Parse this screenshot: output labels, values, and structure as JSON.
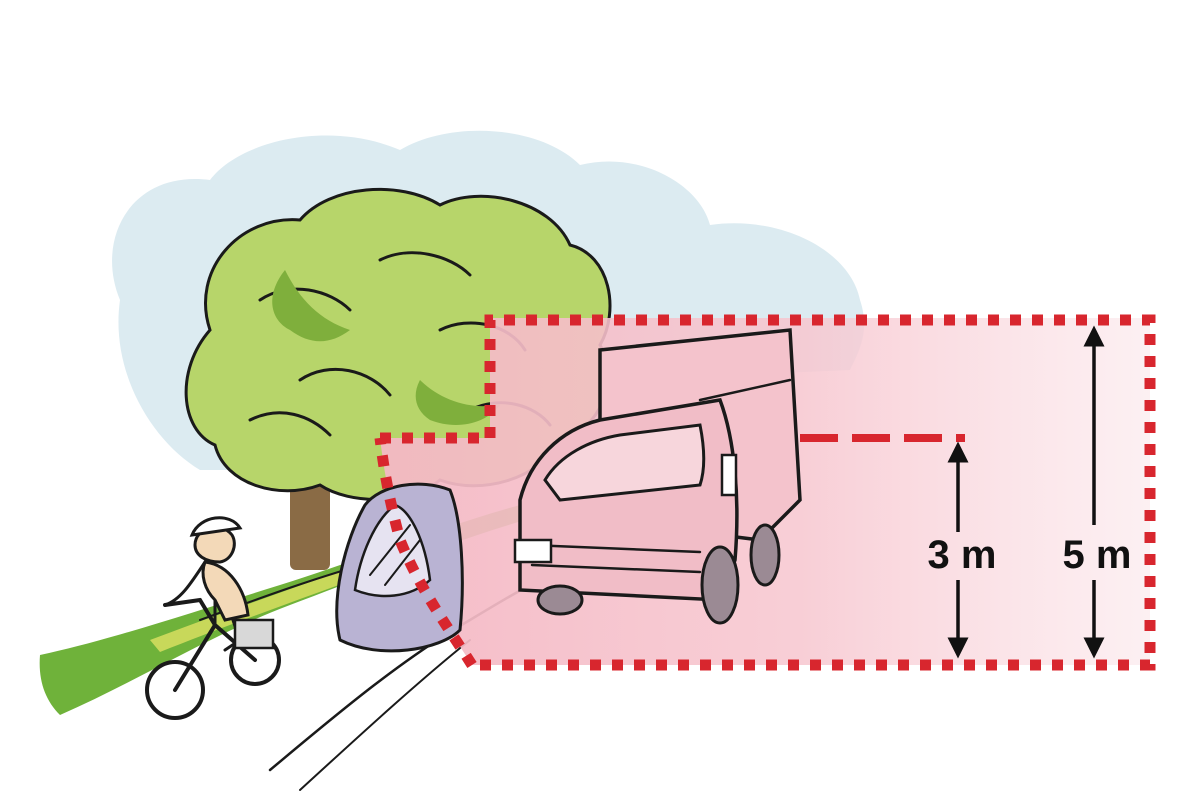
{
  "labels": {
    "clearance_low": "3 m",
    "clearance_high": "5 m"
  },
  "colors": {
    "zone_fill": "#f7c6cf",
    "zone_border": "#d8262e",
    "sky": "#dcebf1",
    "foliage": "#b7d56a",
    "foliage_dark": "#7faf3c",
    "grass": "#6fb23a",
    "car": "#b9b3d3",
    "arrow": "#111111"
  },
  "icons": [
    "cloud",
    "tree",
    "cyclist",
    "small-car",
    "truck",
    "double-arrow"
  ]
}
